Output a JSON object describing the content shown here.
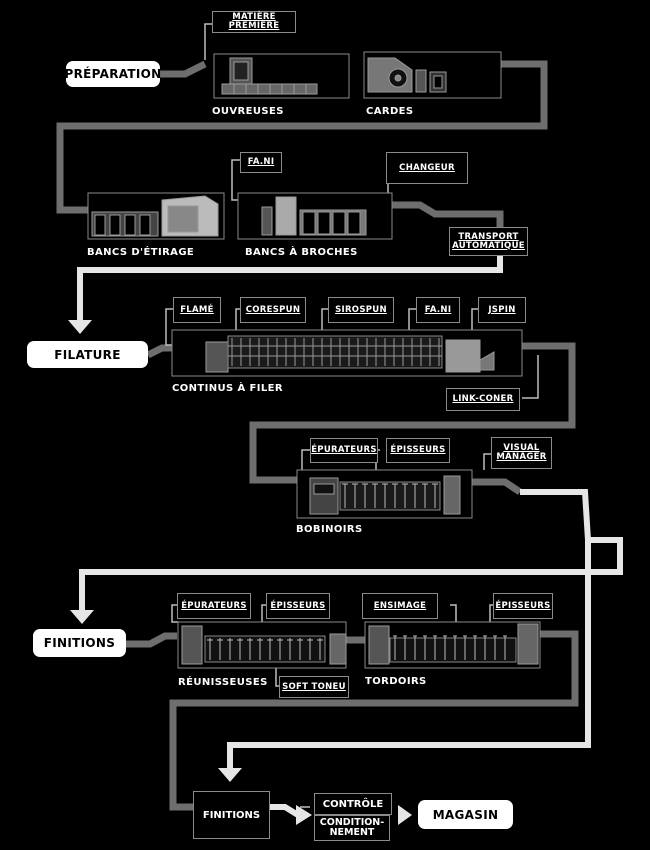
{
  "colors": {
    "background": "#000000",
    "line_dark": "#6e6e6e",
    "line_light": "#e6e6e6",
    "pill": "#ffffff",
    "border": "#8a8a8a"
  },
  "stages": {
    "preparation": "PRÉPARATION",
    "filature": "FILATURE",
    "finitions1": "FINITIONS",
    "finitions2": "FINITIONS",
    "magasin": "MAGASIN"
  },
  "options": {
    "matiere_premiere": "MATIÈRE PREMIÈRE",
    "fani1": "FA.NI",
    "changeur": "CHANGEUR",
    "transport_auto": "TRANSPORT AUTOMATIQUE",
    "flame": "FLAMÉ",
    "corespun": "CORESPUN",
    "sirospun": "SIROSPUN",
    "fani2": "FA.NI",
    "jspin": "JSPIN",
    "link_coner": "LINK-CONER",
    "epurateurs1": "ÉPURATEURS",
    "episseurs1": "ÉPISSEURS",
    "visual_manager": "VISUAL MANAGER",
    "epurateurs2": "ÉPURATEURS",
    "episseurs2": "ÉPISSEURS",
    "ensimage": "ENSIMAGE",
    "episseurs3": "ÉPISSEURS",
    "soft_toneu": "SOFT TONEU"
  },
  "machines": {
    "ouvreuses": "OUVREUSES",
    "cardes": "CARDES",
    "bancs_etirage": "BANCS D'ÉTIRAGE",
    "bancs_broches": "BANCS À BROCHES",
    "continus": "CONTINUS À FILER",
    "bobinoirs": "BOBINOIRS",
    "reunisseuses": "RÉUNISSEUSES",
    "tordoirs": "TORDOIRS"
  },
  "final": {
    "controle": "CONTRÔLE",
    "conditionnement": "CONDITION-NEMENT"
  }
}
